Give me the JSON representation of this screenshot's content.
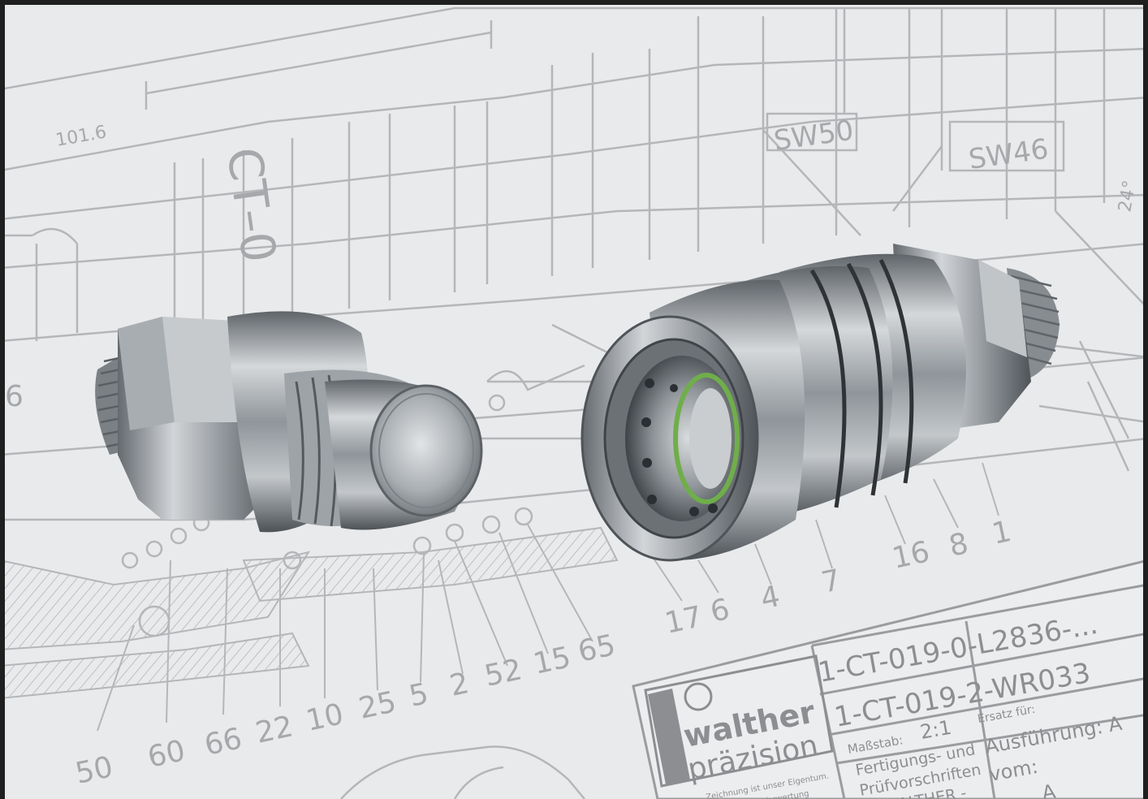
{
  "drawing": {
    "dimension": "101.6",
    "part_text": "CT–0",
    "wrench_sizes": [
      "SW50",
      "SW46"
    ],
    "angle": "24°",
    "left_callouts": [
      "50",
      "60",
      "66",
      "22",
      "10",
      "25",
      "5",
      "2",
      "52",
      "15",
      "65"
    ],
    "right_callouts": [
      "17",
      "6",
      "4",
      "7",
      "16",
      "8",
      "1"
    ],
    "partial_number": "6"
  },
  "title_block": {
    "drawing_no_1": "1-CT-019-0-L2836-...",
    "drawing_no_2": "1-CT-019-2-WR033",
    "logo_text": [
      "walther",
      "präzision"
    ],
    "scale_label": "Maßstab:",
    "scale_value": "2:1",
    "replacement_label": "Ersatz für:",
    "version": "Ausführung: A",
    "spec_line1": "Fertigungs- und",
    "spec_line2": "Prüfvorschriften",
    "spec_line3": "WALTHER -",
    "date_label": "vom:",
    "ownership_line1": "Zeichnung ist unser Eigentum.",
    "ownership_line2": "Verwertung",
    "small_letter": "A"
  },
  "colors": {
    "paper": "#e9eaeb",
    "line": "#b4b6b9",
    "text": "#a6a8ab",
    "steel": "#9aa0a5",
    "seal": "#6fae4a"
  }
}
